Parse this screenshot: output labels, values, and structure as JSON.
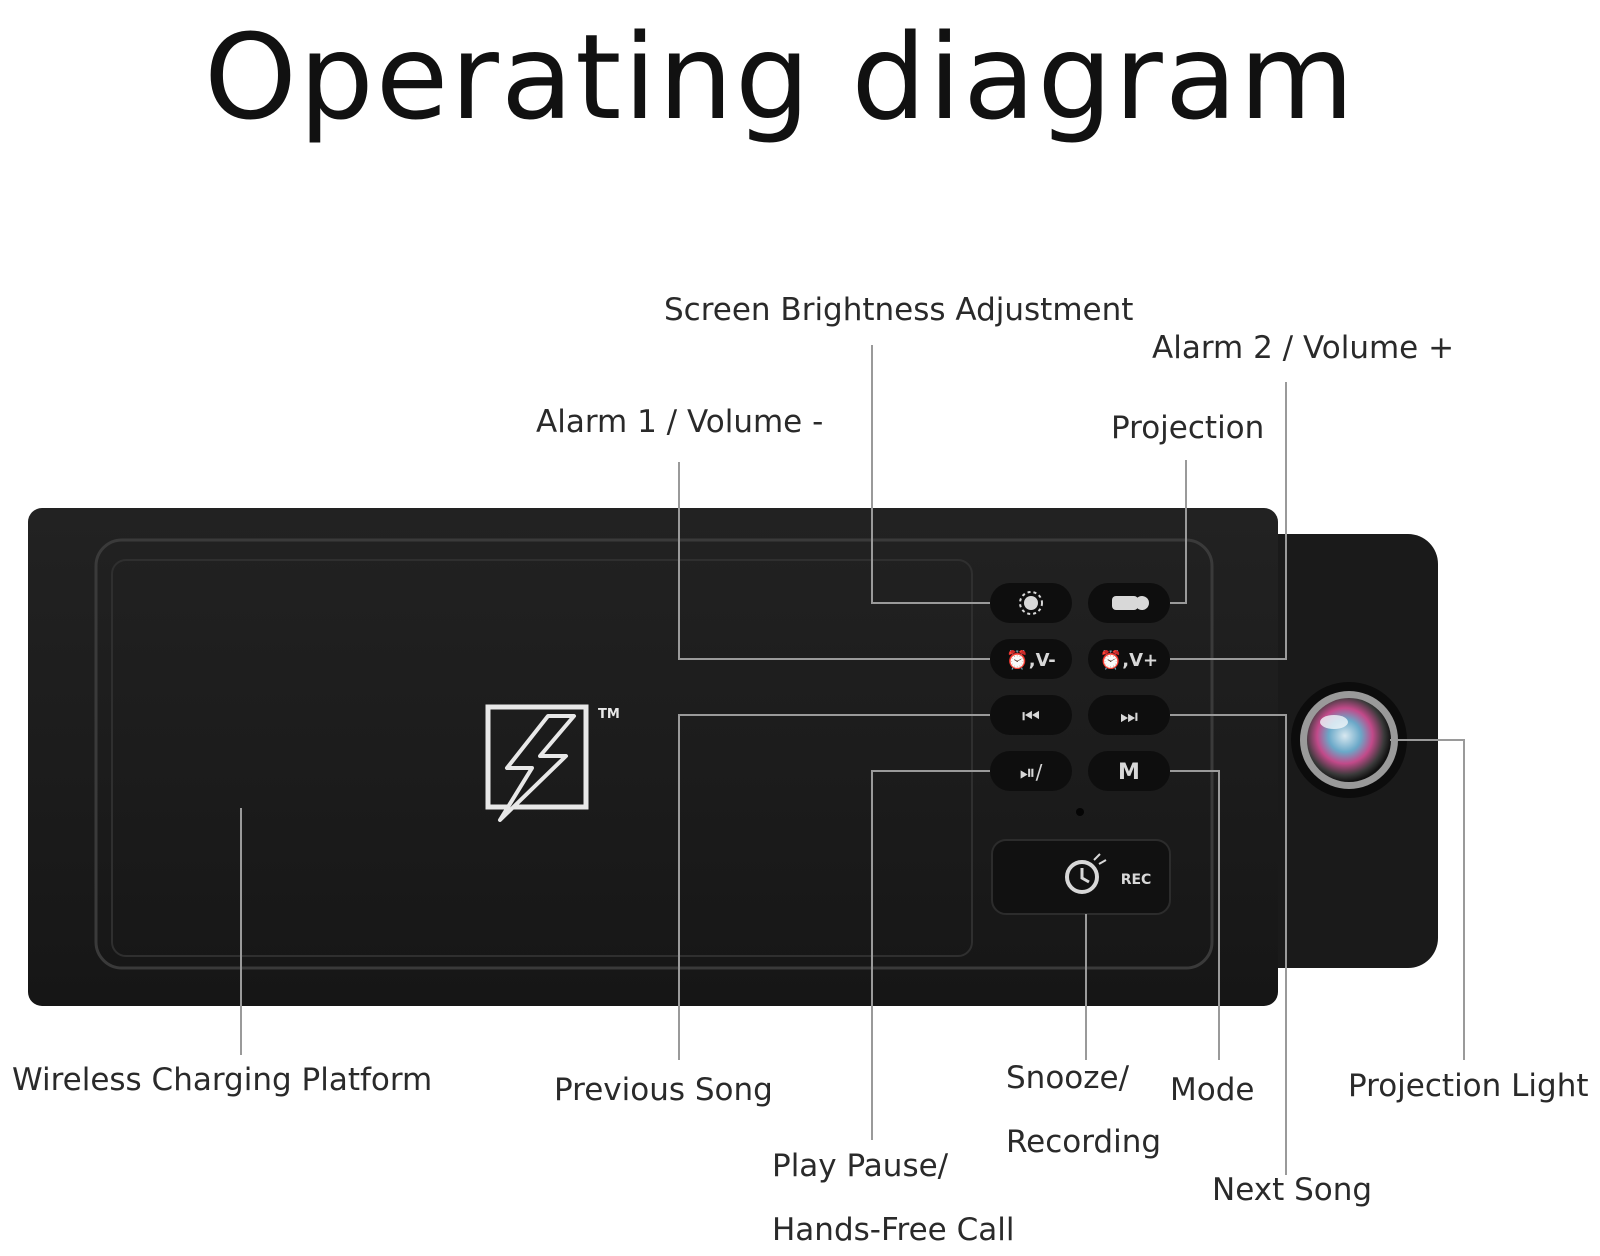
{
  "title": "Operating diagram",
  "labels": {
    "screen_brightness": "Screen Brightness Adjustment",
    "alarm2_volume_up": "Alarm 2 / Volume +",
    "alarm1_volume_down": "Alarm 1 / Volume -",
    "projection": "Projection",
    "wireless_charging": "Wireless Charging Platform",
    "previous_song": "Previous Song",
    "play_pause_line1": "Play Pause/",
    "play_pause_line2": "Hands-Free Call",
    "snooze_line1": "Snooze/",
    "snooze_line2": "Recording",
    "mode": "Mode",
    "next_song": "Next Song",
    "projection_light": "Projection Light"
  },
  "buttons": {
    "alarm1_btn": "⏰,V-",
    "alarm2_btn": "⏰,V+",
    "prev_btn": "⏮",
    "next_btn": "⏭",
    "play_btn": "⏯/",
    "mode_btn": "M",
    "rec_text": "REC",
    "tm": "TM"
  },
  "colors": {
    "device": "#1b1b1b",
    "panel_line": "#3a3a3a",
    "button": "#0e0e0e",
    "leader_line": "#9a9a9a"
  }
}
